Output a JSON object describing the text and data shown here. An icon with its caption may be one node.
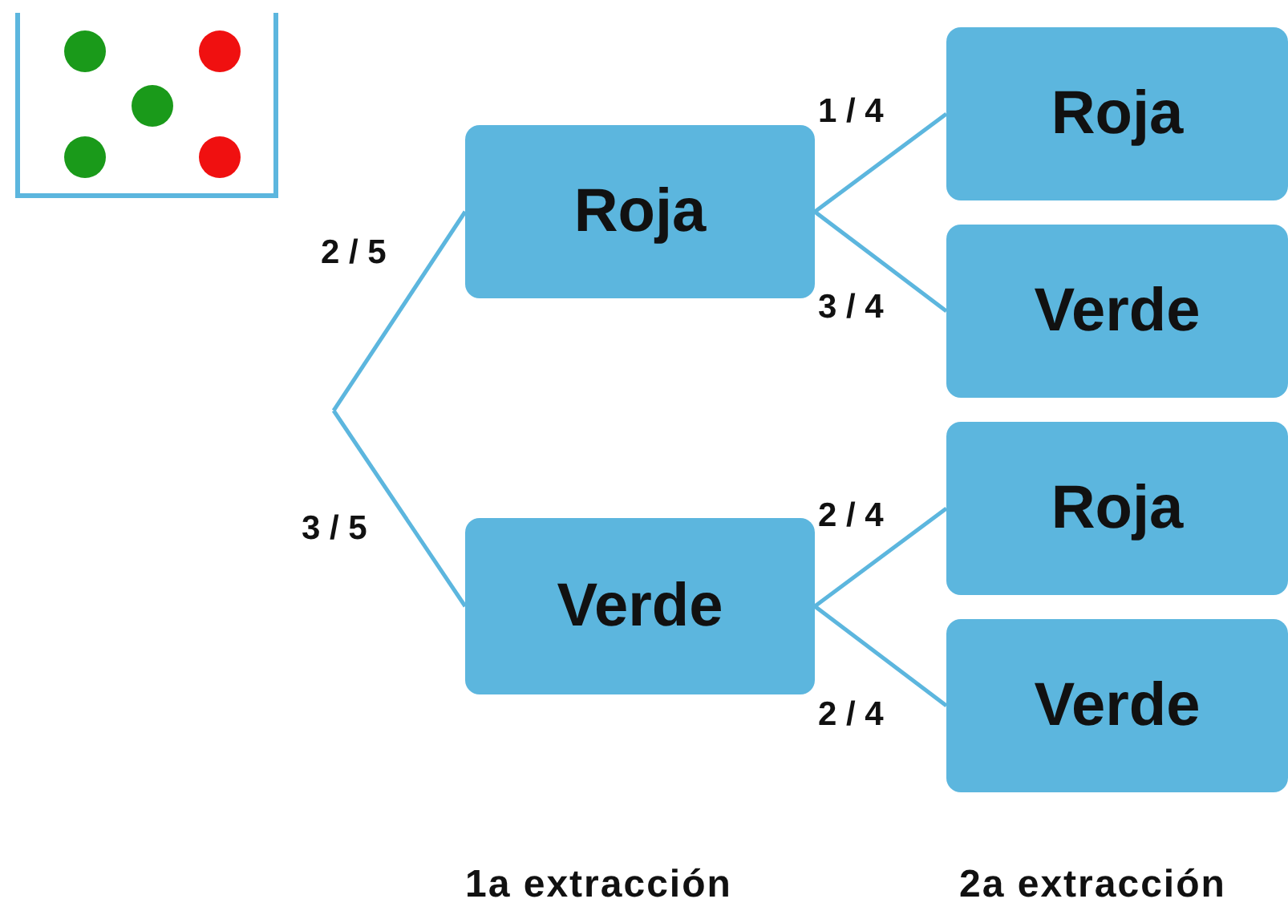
{
  "diagram": {
    "nodes": [
      {
        "text": [
          "Roja"
        ]
      },
      {
        "text": [
          "Verde"
        ]
      },
      {
        "text": [
          "Roja"
        ]
      },
      {
        "text": [
          "Verde"
        ]
      },
      {
        "text": [
          "Roja"
        ]
      },
      {
        "text": [
          "Verde"
        ]
      }
    ],
    "edges": [
      {
        "from": null,
        "to": 0,
        "arrow": "none",
        "label": "2 / 5"
      },
      {
        "from": null,
        "to": 1,
        "arrow": "none",
        "label": "3 / 5"
      },
      {
        "from": 0,
        "to": 2,
        "arrow": "none",
        "label": "1 / 4"
      },
      {
        "from": 0,
        "to": 3,
        "arrow": "none",
        "label": "3 / 4"
      },
      {
        "from": 1,
        "to": 4,
        "arrow": "none",
        "label": "2 / 4"
      },
      {
        "from": 1,
        "to": 5,
        "arrow": "none",
        "label": "2 / 4"
      }
    ],
    "labels": [
      "1a extracción",
      "2a extracción"
    ]
  }
}
